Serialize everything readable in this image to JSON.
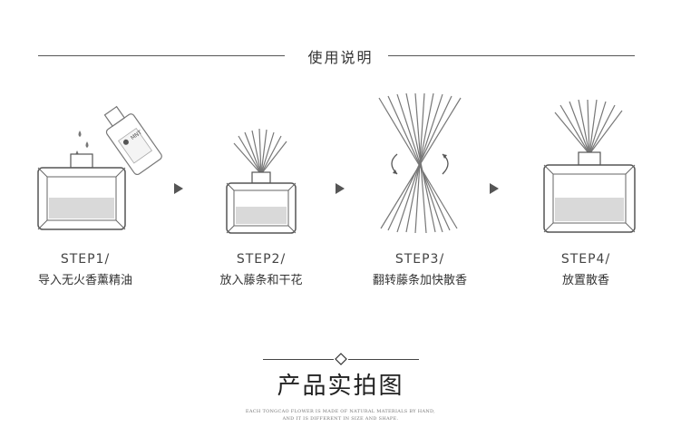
{
  "header": {
    "title": "使用说明"
  },
  "steps": [
    {
      "num": "STEP1/",
      "desc": "导入无火香薰精油"
    },
    {
      "num": "STEP2/",
      "desc": "放入藤条和干花"
    },
    {
      "num": "STEP3/",
      "desc": "翻转藤条加快散香"
    },
    {
      "num": "STEP4/",
      "desc": "放置散香"
    }
  ],
  "bottle_label": "MNT",
  "footer": {
    "title": "产品实拍图",
    "fine_line1": "EACH TONGCAO FLOWER IS MADE OF NATURAL MATERIALS BY HAND,",
    "fine_line2": "AND IT IS DIFFERENT IN SIZE AND SHAPE."
  }
}
